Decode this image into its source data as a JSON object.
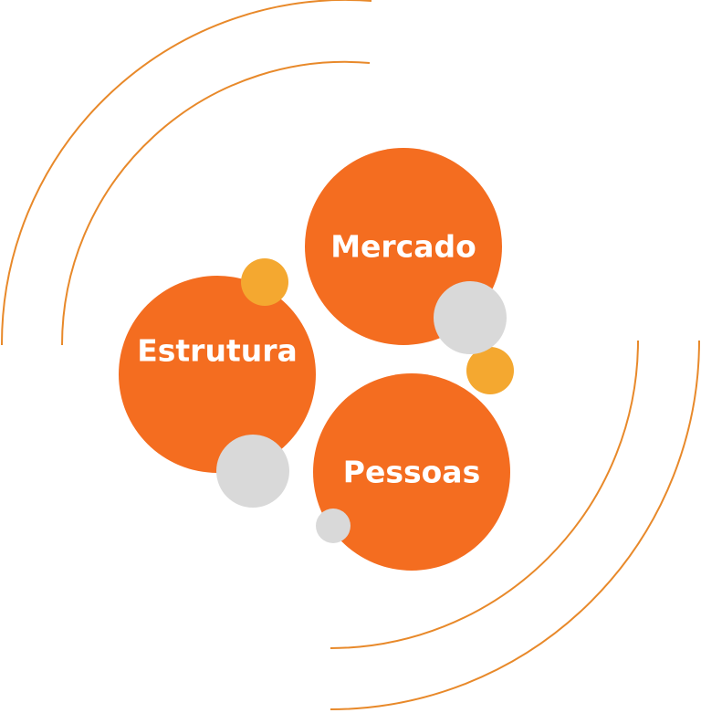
{
  "labels": {
    "mercado": "Mercado",
    "estrutura": "Estrutura",
    "pessoas": "Pessoas"
  },
  "colors": {
    "main": "#f46d20",
    "accent": "#f4a830",
    "gray": "#d9d9d9",
    "arc": "#e8892a"
  }
}
